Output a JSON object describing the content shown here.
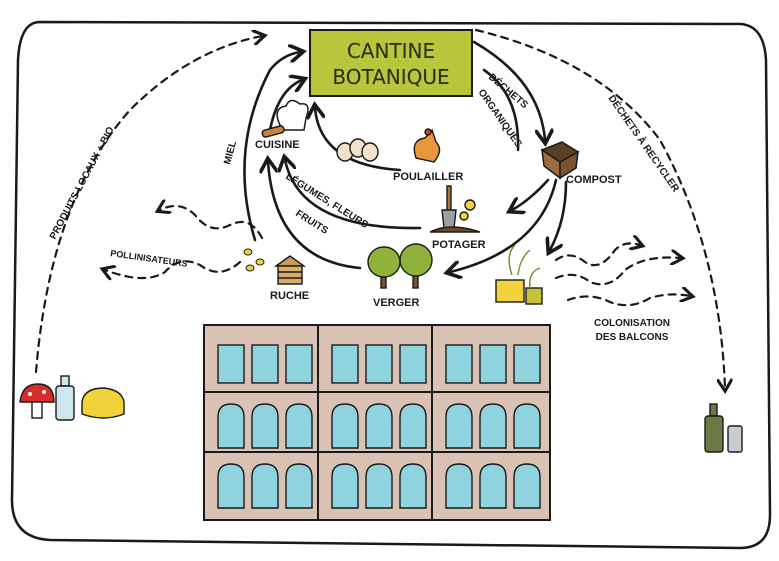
{
  "title": {
    "line1": "CANTINE",
    "line2": "BOTANIQUE"
  },
  "nodes": {
    "cuisine": "CUISINE",
    "poulailler": "POULAILLER",
    "compost": "COMPOST",
    "potager": "POTAGER",
    "verger": "VERGER",
    "ruche": "RUCHE"
  },
  "flows": {
    "miel": "MIEL",
    "legumes_fleurs": "LÉGUMES, FLEURS",
    "fruits": "FRUITS",
    "dechets": "DÉCHETS",
    "organiques": "ORGANIQUES",
    "dechets_recycler": "DÉCHETS À RECYCLER",
    "produits_locaux": "PRODUITS LOCAUX + BIO",
    "pollinisateurs": "POLLINISATEURS",
    "colonisation_1": "COLONISATION",
    "colonisation_2": "DES BALCONS"
  },
  "colors": {
    "title_box": "#b7c63a",
    "building": "#d9c2b4",
    "window": "#8ed3dd",
    "ink": "#1a1a1a"
  },
  "icons": [
    "chef-hat-icon",
    "rolling-pin-icon",
    "eggs-icon",
    "chicken-icon",
    "compost-box-icon",
    "shovel-icon",
    "tree-icon",
    "beehive-icon",
    "bee-icon",
    "balcony-plants-icon",
    "mushroom-icon",
    "bottle-icon",
    "cheese-icon",
    "recycling-bottle-icon",
    "can-icon"
  ]
}
